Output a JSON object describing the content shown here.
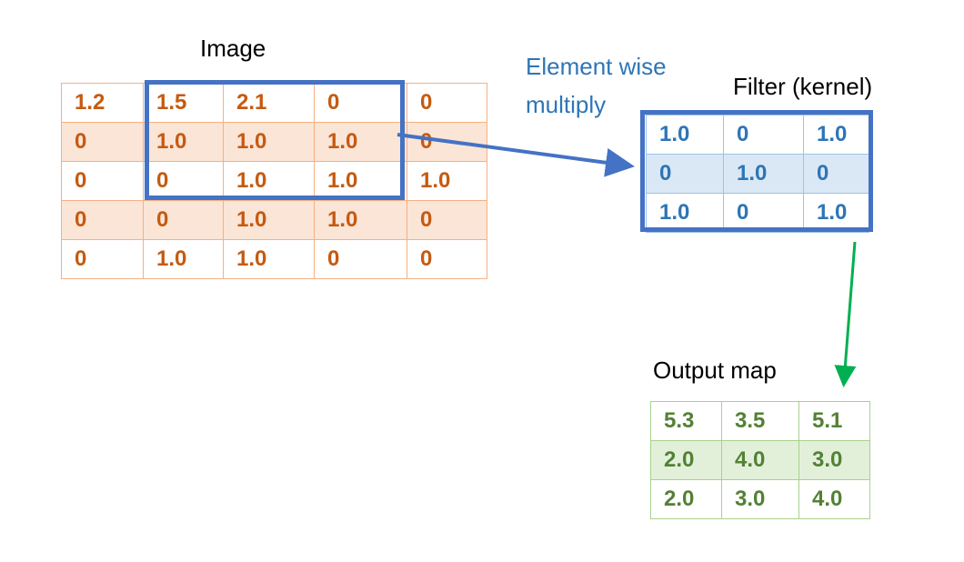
{
  "labels": {
    "image": "Image",
    "element_wise": "Element wise",
    "multiply": "multiply",
    "filter": "Filter (kernel)",
    "output": "Output map"
  },
  "image_grid": [
    [
      "1.2",
      "1.5",
      "2.1",
      "0",
      "0"
    ],
    [
      "0",
      "1.0",
      "1.0",
      "1.0",
      "0"
    ],
    [
      "0",
      "0",
      "1.0",
      "1.0",
      "1.0"
    ],
    [
      "0",
      "0",
      "1.0",
      "1.0",
      "0"
    ],
    [
      "0",
      "1.0",
      "1.0",
      "0",
      "0"
    ]
  ],
  "filter_grid": [
    [
      "1.0",
      "0",
      "1.0"
    ],
    [
      "0",
      "1.0",
      "0"
    ],
    [
      "1.0",
      "0",
      "1.0"
    ]
  ],
  "output_grid": [
    [
      "5.3",
      "3.5",
      "5.1"
    ],
    [
      "2.0",
      "4.0",
      "3.0"
    ],
    [
      "2.0",
      "3.0",
      "4.0"
    ]
  ],
  "colors": {
    "image": "#c55a11",
    "filter": "#2e75b6",
    "output": "#538135",
    "highlight_box": "#4472c4",
    "arrow_blue": "#4472c4",
    "arrow_green": "#00b050"
  }
}
